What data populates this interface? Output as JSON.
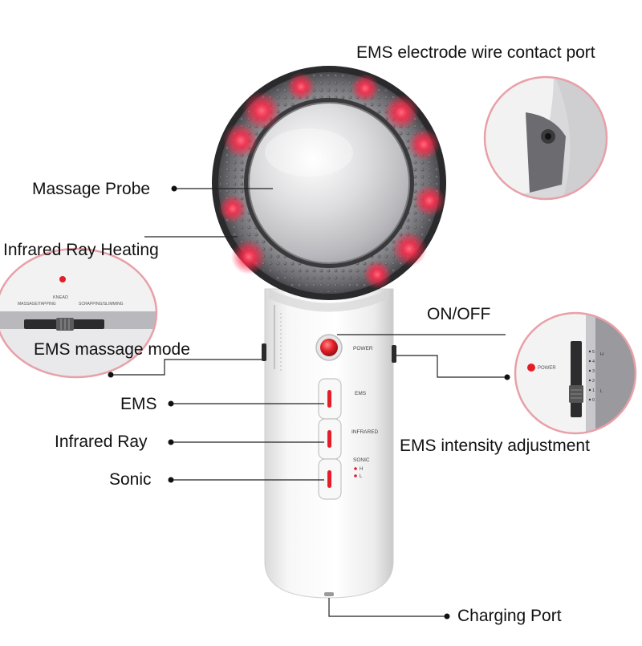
{
  "labels": {
    "ems_port": "EMS electrode wire contact port",
    "massage_probe": "Massage Probe",
    "infrared_heating": "Infrared Ray Heating",
    "ems_massage_mode": "EMS massage mode",
    "on_off": "ON/OFF",
    "ems": "EMS",
    "infrared_ray": "Infrared Ray",
    "sonic": "Sonic",
    "ems_intensity": "EMS intensity adjustment",
    "charging_port": "Charging Port"
  },
  "device": {
    "power_text": "POWER",
    "ems_text": "EMS",
    "infrared_text": "INFRARED",
    "sonic_text": "SONIC",
    "sonic_h": "H",
    "sonic_l": "L"
  },
  "mode_inset": {
    "top_text": "KNEAD",
    "left_text": "MASSAGE/TAPPING",
    "right_text": "SCRAPPING/SLIMMING"
  },
  "intensity_inset": {
    "power_text": "POWER",
    "levels": [
      "5",
      "4",
      "3",
      "2",
      "1",
      "0"
    ],
    "h_text": "H",
    "l_text": "L"
  },
  "colors": {
    "accent_pink": "#e8a0a8",
    "led_red": "#ff2a4a",
    "button_red": "#e41e28",
    "ring_gray": "#6e6e72",
    "body_white": "#f4f4f4"
  }
}
